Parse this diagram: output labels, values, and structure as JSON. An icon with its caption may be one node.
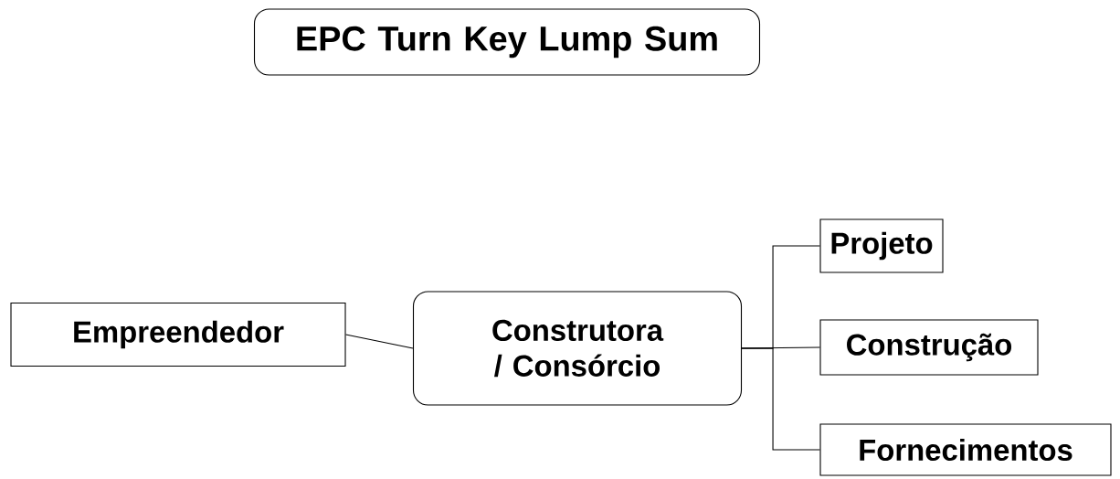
{
  "diagram": {
    "nodes": [
      {
        "text": [
          "EPC Turn Key Lump Sum"
        ]
      },
      {
        "text": [
          "Empreendedor"
        ]
      },
      {
        "text": [
          "Construtora / Consórcio"
        ]
      },
      {
        "text": [
          "Projeto"
        ]
      },
      {
        "text": [
          "Construção"
        ]
      },
      {
        "text": [
          "Fornecimentos"
        ]
      }
    ],
    "edges": [
      {
        "from": 1,
        "to": 2,
        "arrow": "none"
      },
      {
        "from": 2,
        "to": 3,
        "arrow": "none"
      },
      {
        "from": 2,
        "to": 4,
        "arrow": "none"
      },
      {
        "from": 2,
        "to": 5,
        "arrow": "none"
      }
    ]
  }
}
